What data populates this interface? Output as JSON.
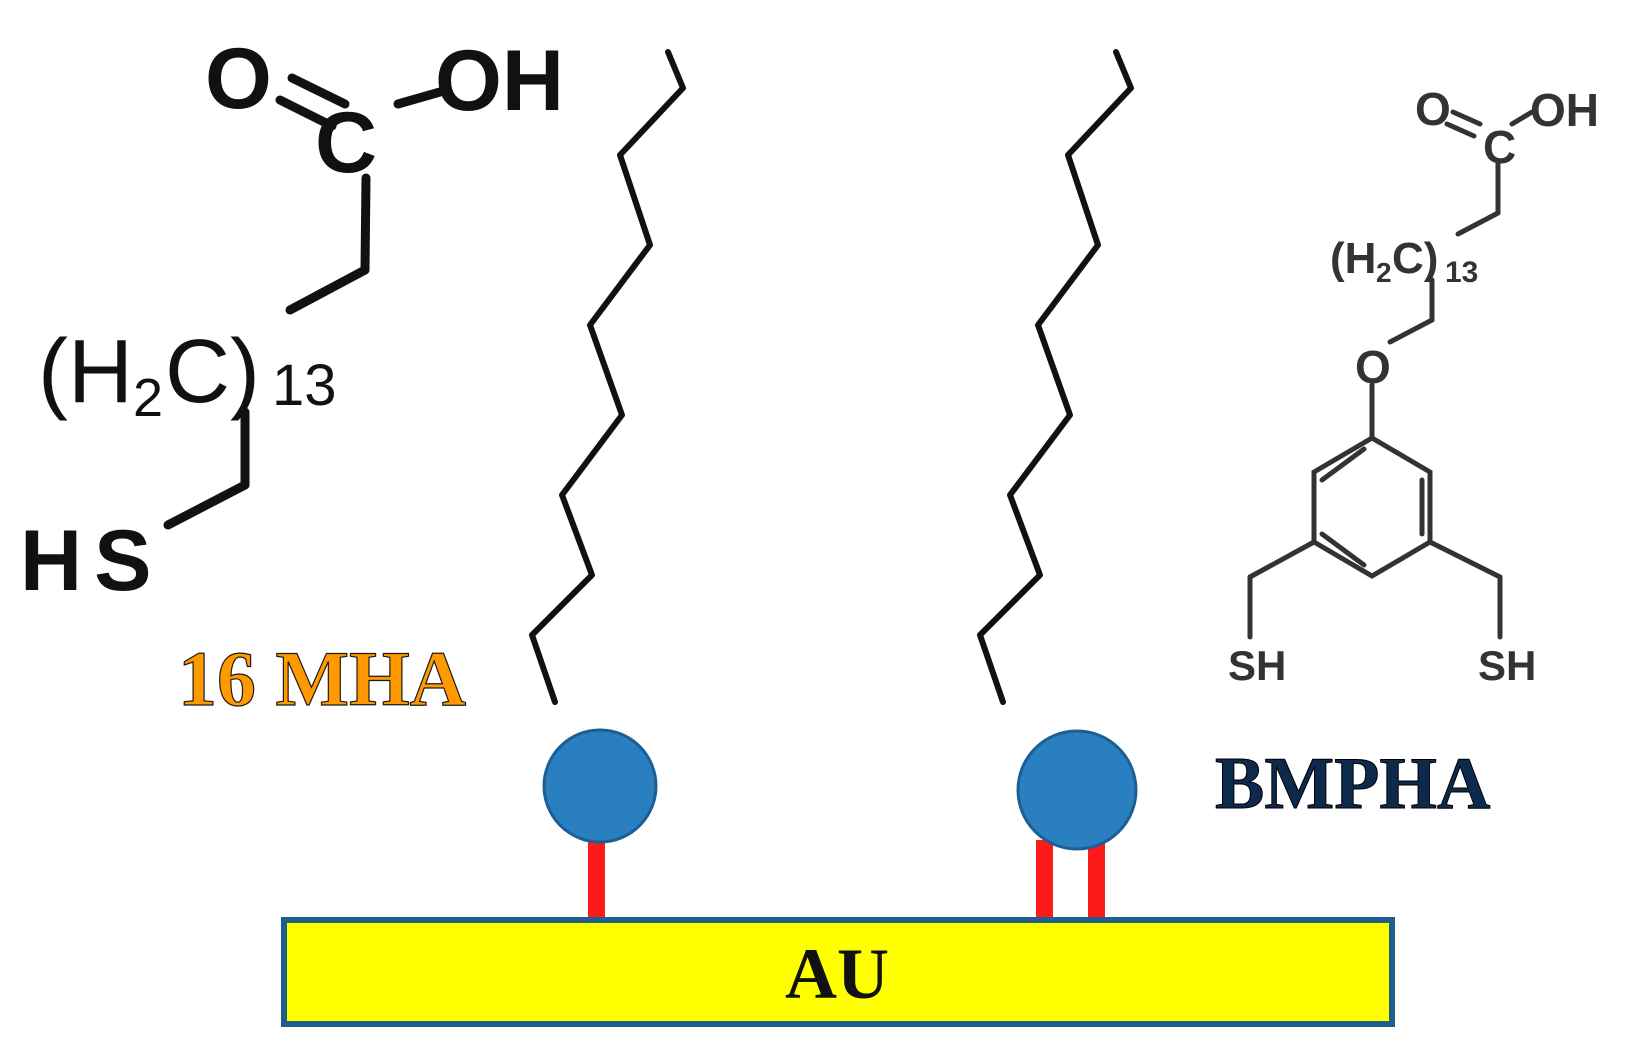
{
  "left_molecule": {
    "carbonyl_o": "O",
    "hydroxyl": "OH",
    "carbon": "C",
    "chain_open": "(H",
    "chain_sub2": "2",
    "chain_c": "C)",
    "chain_sub13": "13",
    "thiol": "HS",
    "label": "16 MHA"
  },
  "right_molecule": {
    "carbonyl_o": "O",
    "hydroxyl": "OH",
    "carbon": "C",
    "chain_open": "(H",
    "chain_sub2": "2",
    "chain_c": "C)",
    "chain_sub13": "13",
    "ether_o": "O",
    "thiol_left": "SH",
    "thiol_right": "SH",
    "label": "BMPHA"
  },
  "surface": {
    "label": "AU"
  },
  "colors": {
    "gold_surface": "#ffff00",
    "surface_border": "#1f5f8b",
    "headgroup": "#2a7fc1",
    "headgroup_border": "#1c5f94",
    "anchor_bond": "#ff1a1a",
    "chain": "#111111",
    "label_16mha_fill": "#ff9900",
    "label_bmpha_fill": "#0d2a4d"
  }
}
